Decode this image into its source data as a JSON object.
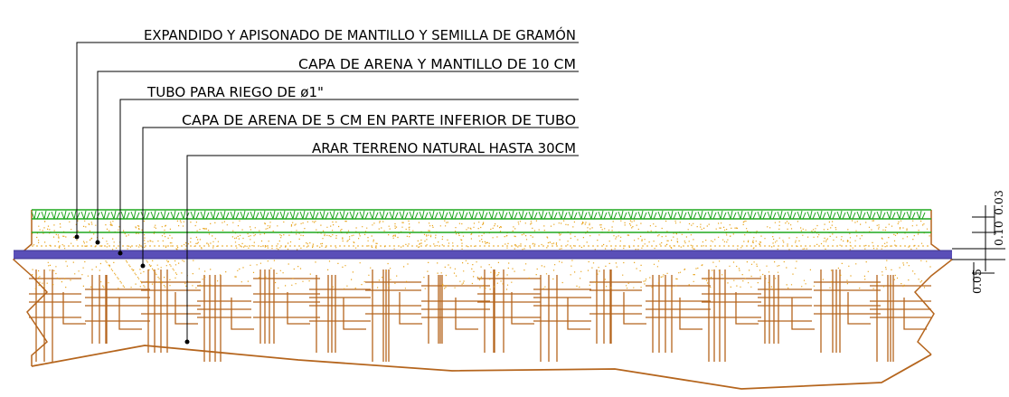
{
  "callouts": [
    {
      "text": "EXPANDIDO Y APISONADO DE MANTILLO Y SEMILLA DE GRAMÓN"
    },
    {
      "text": "CAPA DE ARENA Y MANTILLO DE 10 CM"
    },
    {
      "text": "TUBO PARA RIEGO DE ø1\""
    },
    {
      "text": "CAPA DE ARENA DE 5 CM EN PARTE INFERIOR DE TUBO"
    },
    {
      "text": "ARAR TERRENO NATURAL HASTA 30CM"
    }
  ],
  "dimensions": [
    "0.03",
    "0.10",
    "0.05"
  ],
  "colors": {
    "grass": "#1fa81f",
    "sand": "#e8a41c",
    "pipe": "#5a4fb8",
    "soil": "#b5651d",
    "line": "#000000"
  }
}
